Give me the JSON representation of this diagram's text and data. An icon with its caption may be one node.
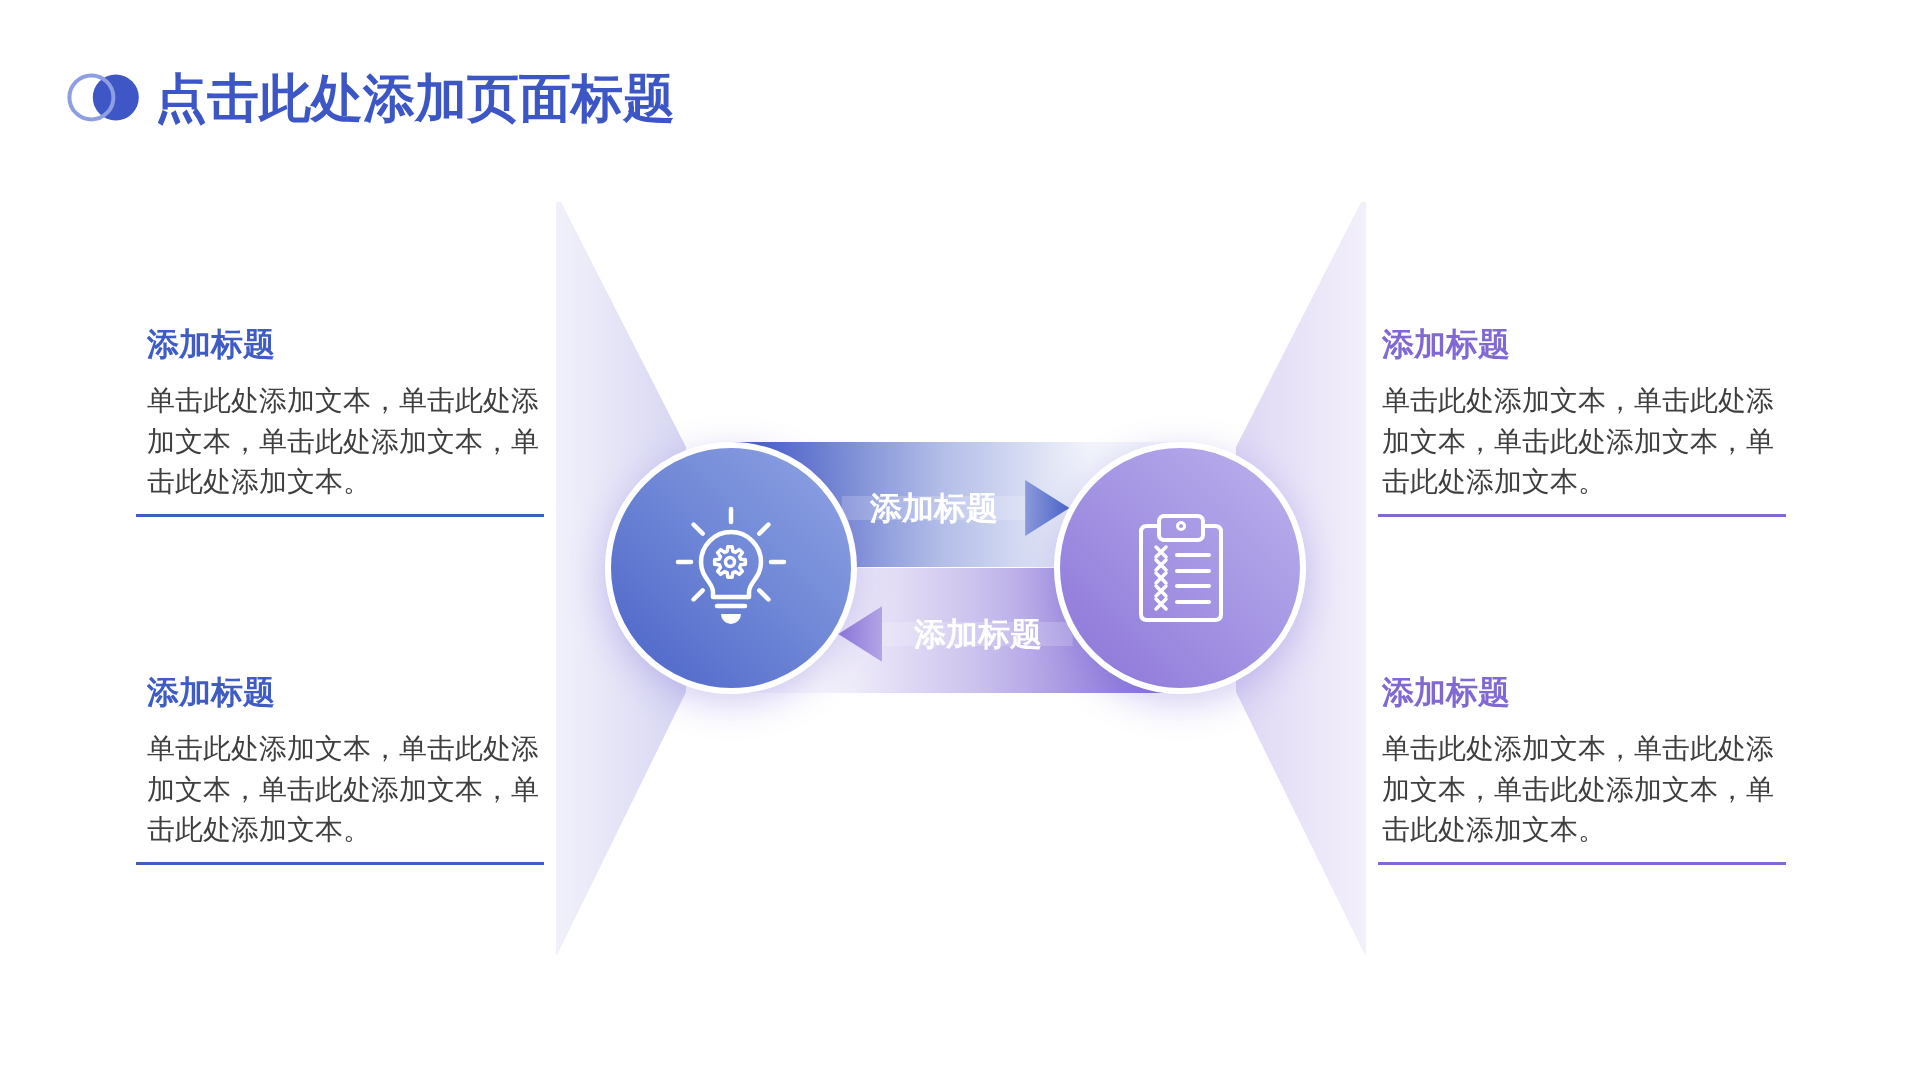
{
  "diagram": {
    "title": "点击此处添加页面标题",
    "nodes": [
      {
        "text": [
          "添加标题",
          "单击此处添加文本，单击此处添加文本，单击此处添加文本，单击此处添加文本。"
        ]
      },
      {
        "text": [
          "添加标题",
          "单击此处添加文本，单击此处添加文本，单击此处添加文本，单击此处添加文本。"
        ]
      },
      {
        "text": [],
        "shape": "circle"
      },
      {
        "text": [],
        "shape": "circle"
      },
      {
        "text": [
          "添加标题",
          "单击此处添加文本，单击此处添加文本，单击此处添加文本，单击此处添加文本。"
        ]
      },
      {
        "text": [
          "添加标题",
          "单击此处添加文本，单击此处添加文本，单击此处添加文本，单击此处添加文本。"
        ]
      }
    ],
    "edges": [
      {
        "from": 2,
        "to": 3,
        "arrow": "to",
        "label": "添加标题",
        "color": "#4a62c7"
      },
      {
        "from": 3,
        "to": 2,
        "arrow": "to",
        "label": "添加标题",
        "color": "#8a74d8"
      }
    ]
  }
}
